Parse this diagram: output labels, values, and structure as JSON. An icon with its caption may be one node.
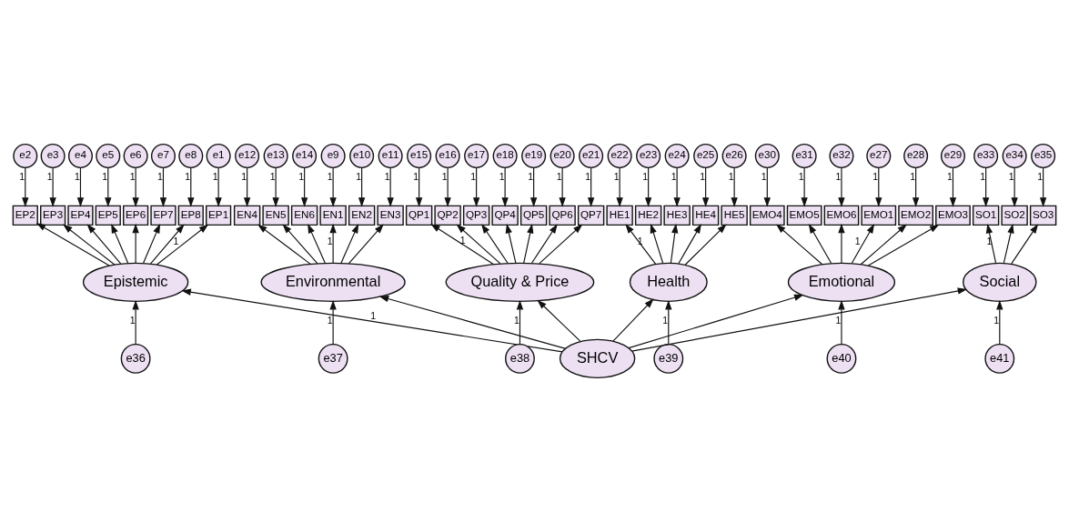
{
  "diagram": {
    "nodes": [
      {
        "text": [
          "e1"
        ]
      },
      {
        "text": [
          "e2"
        ]
      },
      {
        "text": [
          "e3"
        ]
      },
      {
        "text": [
          "e4"
        ]
      },
      {
        "text": [
          "e5"
        ]
      },
      {
        "text": [
          "e6"
        ]
      },
      {
        "text": [
          "e7"
        ]
      },
      {
        "text": [
          "e8"
        ]
      },
      {
        "text": [
          "e9"
        ]
      },
      {
        "text": [
          "e10"
        ]
      },
      {
        "text": [
          "e11"
        ]
      },
      {
        "text": [
          "e12"
        ]
      },
      {
        "text": [
          "e13"
        ]
      },
      {
        "text": [
          "e14"
        ]
      },
      {
        "text": [
          "e15"
        ]
      },
      {
        "text": [
          "e16"
        ]
      },
      {
        "text": [
          "e17"
        ]
      },
      {
        "text": [
          "e18"
        ]
      },
      {
        "text": [
          "e19"
        ]
      },
      {
        "text": [
          "e20"
        ]
      },
      {
        "text": [
          "e21"
        ]
      },
      {
        "text": [
          "e22"
        ]
      },
      {
        "text": [
          "e23"
        ]
      },
      {
        "text": [
          "e24"
        ]
      },
      {
        "text": [
          "e25"
        ]
      },
      {
        "text": [
          "e26"
        ]
      },
      {
        "text": [
          "e27"
        ]
      },
      {
        "text": [
          "e28"
        ]
      },
      {
        "text": [
          "e29"
        ]
      },
      {
        "text": [
          "e30"
        ]
      },
      {
        "text": [
          "e31"
        ]
      },
      {
        "text": [
          "e32"
        ]
      },
      {
        "text": [
          "e33"
        ]
      },
      {
        "text": [
          "e34"
        ]
      },
      {
        "text": [
          "e35"
        ]
      },
      {
        "text": [
          "EP1"
        ]
      },
      {
        "text": [
          "EP2"
        ]
      },
      {
        "text": [
          "EP3"
        ]
      },
      {
        "text": [
          "EP4"
        ]
      },
      {
        "text": [
          "EP5"
        ]
      },
      {
        "text": [
          "EP6"
        ]
      },
      {
        "text": [
          "EP7"
        ]
      },
      {
        "text": [
          "EP8"
        ]
      },
      {
        "text": [
          "EN1"
        ]
      },
      {
        "text": [
          "EN2"
        ]
      },
      {
        "text": [
          "EN3"
        ]
      },
      {
        "text": [
          "EN4"
        ]
      },
      {
        "text": [
          "EN5"
        ]
      },
      {
        "text": [
          "EN6"
        ]
      },
      {
        "text": [
          "QP1"
        ]
      },
      {
        "text": [
          "QP2"
        ]
      },
      {
        "text": [
          "QP3"
        ]
      },
      {
        "text": [
          "QP4"
        ]
      },
      {
        "text": [
          "QP5"
        ]
      },
      {
        "text": [
          "QP6"
        ]
      },
      {
        "text": [
          "QP7"
        ]
      },
      {
        "text": [
          "HE1"
        ]
      },
      {
        "text": [
          "HE2"
        ]
      },
      {
        "text": [
          "HE3"
        ]
      },
      {
        "text": [
          "HE4"
        ]
      },
      {
        "text": [
          "HE5"
        ]
      },
      {
        "text": [
          "EMO1"
        ]
      },
      {
        "text": [
          "EMO2"
        ]
      },
      {
        "text": [
          "EMO3"
        ]
      },
      {
        "text": [
          "EMO4"
        ]
      },
      {
        "text": [
          "EMO5"
        ]
      },
      {
        "text": [
          "EMO6"
        ]
      },
      {
        "text": [
          "SO1"
        ]
      },
      {
        "text": [
          "SO2"
        ]
      },
      {
        "text": [
          "SO3"
        ]
      },
      {
        "text": [
          "Epistemic"
        ]
      },
      {
        "text": [
          "Environmental"
        ]
      },
      {
        "text": [
          "Quality & Price"
        ]
      },
      {
        "text": [
          "Health"
        ]
      },
      {
        "text": [
          "Emotional"
        ]
      },
      {
        "text": [
          "Social"
        ]
      },
      {
        "text": [
          "e36"
        ]
      },
      {
        "text": [
          "e37"
        ]
      },
      {
        "text": [
          "e38"
        ]
      },
      {
        "text": [
          "e39"
        ]
      },
      {
        "text": [
          "e40"
        ]
      },
      {
        "text": [
          "e41"
        ]
      },
      {
        "text": [
          "SHCV"
        ]
      }
    ],
    "edges": [
      {
        "from": 0,
        "to": 35,
        "arrow": "to",
        "label": "1"
      },
      {
        "from": 1,
        "to": 36,
        "arrow": "to",
        "label": "1"
      },
      {
        "from": 2,
        "to": 37,
        "arrow": "to",
        "label": "1"
      },
      {
        "from": 3,
        "to": 38,
        "arrow": "to",
        "label": "1"
      },
      {
        "from": 4,
        "to": 39,
        "arrow": "to",
        "label": "1"
      },
      {
        "from": 5,
        "to": 40,
        "arrow": "to",
        "label": "1"
      },
      {
        "from": 6,
        "to": 41,
        "arrow": "to",
        "label": "1"
      },
      {
        "from": 7,
        "to": 42,
        "arrow": "to",
        "label": "1"
      },
      {
        "from": 8,
        "to": 43,
        "arrow": "to",
        "label": "1"
      },
      {
        "from": 9,
        "to": 44,
        "arrow": "to",
        "label": "1"
      },
      {
        "from": 10,
        "to": 45,
        "arrow": "to",
        "label": "1"
      },
      {
        "from": 11,
        "to": 46,
        "arrow": "to",
        "label": "1"
      },
      {
        "from": 12,
        "to": 47,
        "arrow": "to",
        "label": "1"
      },
      {
        "from": 13,
        "to": 48,
        "arrow": "to",
        "label": "1"
      },
      {
        "from": 14,
        "to": 49,
        "arrow": "to",
        "label": "1"
      },
      {
        "from": 15,
        "to": 50,
        "arrow": "to",
        "label": "1"
      },
      {
        "from": 16,
        "to": 51,
        "arrow": "to",
        "label": "1"
      },
      {
        "from": 17,
        "to": 52,
        "arrow": "to",
        "label": "1"
      },
      {
        "from": 18,
        "to": 53,
        "arrow": "to",
        "label": "1"
      },
      {
        "from": 19,
        "to": 54,
        "arrow": "to",
        "label": "1"
      },
      {
        "from": 20,
        "to": 55,
        "arrow": "to",
        "label": "1"
      },
      {
        "from": 21,
        "to": 56,
        "arrow": "to",
        "label": "1"
      },
      {
        "from": 22,
        "to": 57,
        "arrow": "to",
        "label": "1"
      },
      {
        "from": 23,
        "to": 58,
        "arrow": "to",
        "label": "1"
      },
      {
        "from": 24,
        "to": 59,
        "arrow": "to",
        "label": "1"
      },
      {
        "from": 25,
        "to": 60,
        "arrow": "to",
        "label": "1"
      },
      {
        "from": 26,
        "to": 61,
        "arrow": "to",
        "label": "1"
      },
      {
        "from": 27,
        "to": 62,
        "arrow": "to",
        "label": "1"
      },
      {
        "from": 28,
        "to": 63,
        "arrow": "to",
        "label": "1"
      },
      {
        "from": 29,
        "to": 64,
        "arrow": "to",
        "label": "1"
      },
      {
        "from": 30,
        "to": 65,
        "arrow": "to",
        "label": "1"
      },
      {
        "from": 31,
        "to": 66,
        "arrow": "to",
        "label": "1"
      },
      {
        "from": 32,
        "to": 67,
        "arrow": "to",
        "label": "1"
      },
      {
        "from": 33,
        "to": 68,
        "arrow": "to",
        "label": "1"
      },
      {
        "from": 34,
        "to": 69,
        "arrow": "to",
        "label": "1"
      },
      {
        "from": 70,
        "to": 35,
        "arrow": "to",
        "label": "1"
      },
      {
        "from": 70,
        "to": 36,
        "arrow": "to"
      },
      {
        "from": 70,
        "to": 37,
        "arrow": "to"
      },
      {
        "from": 70,
        "to": 38,
        "arrow": "to"
      },
      {
        "from": 70,
        "to": 39,
        "arrow": "to"
      },
      {
        "from": 70,
        "to": 40,
        "arrow": "to"
      },
      {
        "from": 70,
        "to": 41,
        "arrow": "to"
      },
      {
        "from": 70,
        "to": 42,
        "arrow": "to"
      },
      {
        "from": 71,
        "to": 43,
        "arrow": "to",
        "label": "1"
      },
      {
        "from": 71,
        "to": 44,
        "arrow": "to"
      },
      {
        "from": 71,
        "to": 45,
        "arrow": "to"
      },
      {
        "from": 71,
        "to": 46,
        "arrow": "to"
      },
      {
        "from": 71,
        "to": 47,
        "arrow": "to"
      },
      {
        "from": 71,
        "to": 48,
        "arrow": "to"
      },
      {
        "from": 72,
        "to": 49,
        "arrow": "to",
        "label": "1"
      },
      {
        "from": 72,
        "to": 50,
        "arrow": "to"
      },
      {
        "from": 72,
        "to": 51,
        "arrow": "to"
      },
      {
        "from": 72,
        "to": 52,
        "arrow": "to"
      },
      {
        "from": 72,
        "to": 53,
        "arrow": "to"
      },
      {
        "from": 72,
        "to": 54,
        "arrow": "to"
      },
      {
        "from": 72,
        "to": 55,
        "arrow": "to"
      },
      {
        "from": 73,
        "to": 56,
        "arrow": "to",
        "label": "1"
      },
      {
        "from": 73,
        "to": 57,
        "arrow": "to"
      },
      {
        "from": 73,
        "to": 58,
        "arrow": "to"
      },
      {
        "from": 73,
        "to": 59,
        "arrow": "to"
      },
      {
        "from": 73,
        "to": 60,
        "arrow": "to"
      },
      {
        "from": 74,
        "to": 61,
        "arrow": "to",
        "label": "1"
      },
      {
        "from": 74,
        "to": 62,
        "arrow": "to"
      },
      {
        "from": 74,
        "to": 63,
        "arrow": "to"
      },
      {
        "from": 74,
        "to": 64,
        "arrow": "to"
      },
      {
        "from": 74,
        "to": 65,
        "arrow": "to"
      },
      {
        "from": 74,
        "to": 66,
        "arrow": "to"
      },
      {
        "from": 75,
        "to": 67,
        "arrow": "to",
        "label": "1"
      },
      {
        "from": 75,
        "to": 68,
        "arrow": "to"
      },
      {
        "from": 75,
        "to": 69,
        "arrow": "to"
      },
      {
        "from": 76,
        "to": 70,
        "arrow": "to",
        "label": "1"
      },
      {
        "from": 77,
        "to": 71,
        "arrow": "to",
        "label": "1"
      },
      {
        "from": 78,
        "to": 72,
        "arrow": "to",
        "label": "1"
      },
      {
        "from": 79,
        "to": 73,
        "arrow": "to",
        "label": "1"
      },
      {
        "from": 80,
        "to": 74,
        "arrow": "to",
        "label": "1"
      },
      {
        "from": 81,
        "to": 75,
        "arrow": "to",
        "label": "1"
      },
      {
        "from": 82,
        "to": 70,
        "arrow": "to",
        "label": "1"
      },
      {
        "from": 82,
        "to": 71,
        "arrow": "to"
      },
      {
        "from": 82,
        "to": 72,
        "arrow": "to"
      },
      {
        "from": 82,
        "to": 73,
        "arrow": "to"
      },
      {
        "from": 82,
        "to": 74,
        "arrow": "to"
      },
      {
        "from": 82,
        "to": 75,
        "arrow": "to"
      }
    ]
  }
}
